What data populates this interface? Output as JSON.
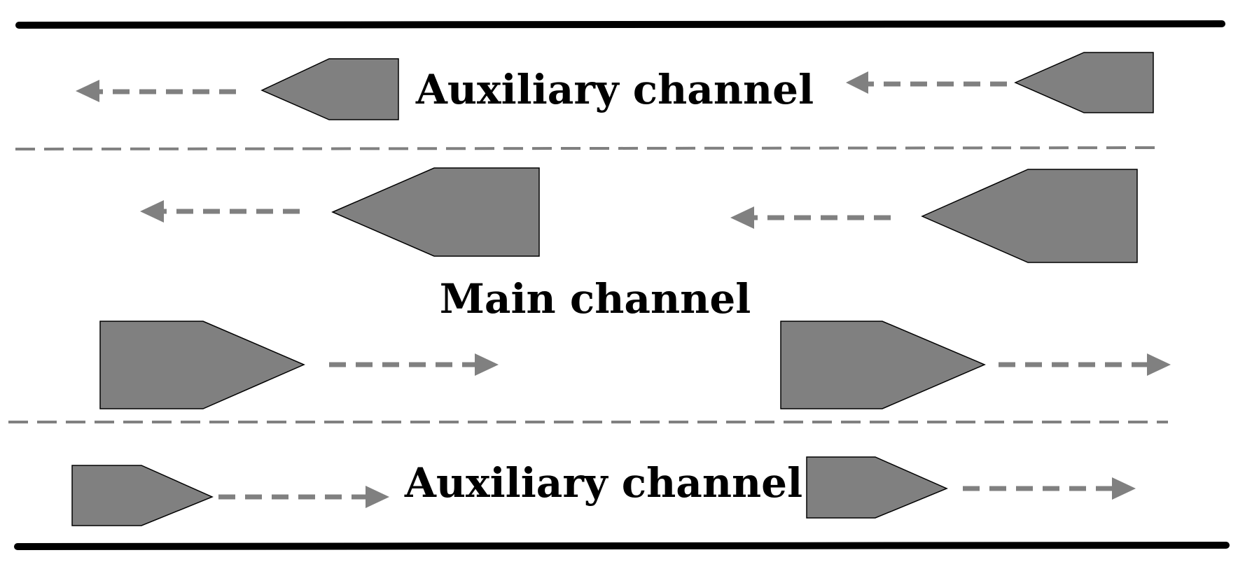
{
  "labels": {
    "top_channel": "Auxiliary channel",
    "middle_channel": "Main channel",
    "bottom_channel": "Auxiliary channel"
  },
  "colors": {
    "ship_fill": "#808080",
    "ship_stroke": "#000000",
    "arrow": "#808080",
    "bank_line": "#000000",
    "lane_divider": "#808080"
  },
  "ships": [
    {
      "lane": "top-auxiliary",
      "direction": "left"
    },
    {
      "lane": "top-auxiliary",
      "direction": "left"
    },
    {
      "lane": "main",
      "direction": "left"
    },
    {
      "lane": "main",
      "direction": "left"
    },
    {
      "lane": "main",
      "direction": "right"
    },
    {
      "lane": "main",
      "direction": "right"
    },
    {
      "lane": "bottom-auxiliary",
      "direction": "right"
    },
    {
      "lane": "bottom-auxiliary",
      "direction": "right"
    }
  ]
}
